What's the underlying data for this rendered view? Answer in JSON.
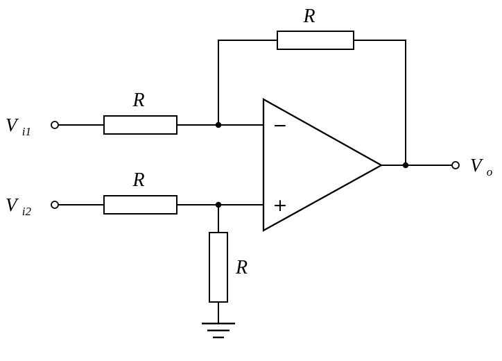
{
  "labels": {
    "vi1": {
      "main": "V",
      "sub": "i1"
    },
    "vi2": {
      "main": "V",
      "sub": "i2"
    },
    "vo": {
      "main": "V",
      "sub": "o"
    }
  },
  "resistors": {
    "feedback": "R",
    "input1": "R",
    "input2": "R",
    "ground": "R"
  },
  "opamp": {
    "inverting_sign": "−",
    "noninverting_sign": "+"
  },
  "colors": {
    "line": "#000000",
    "background": "#ffffff"
  }
}
